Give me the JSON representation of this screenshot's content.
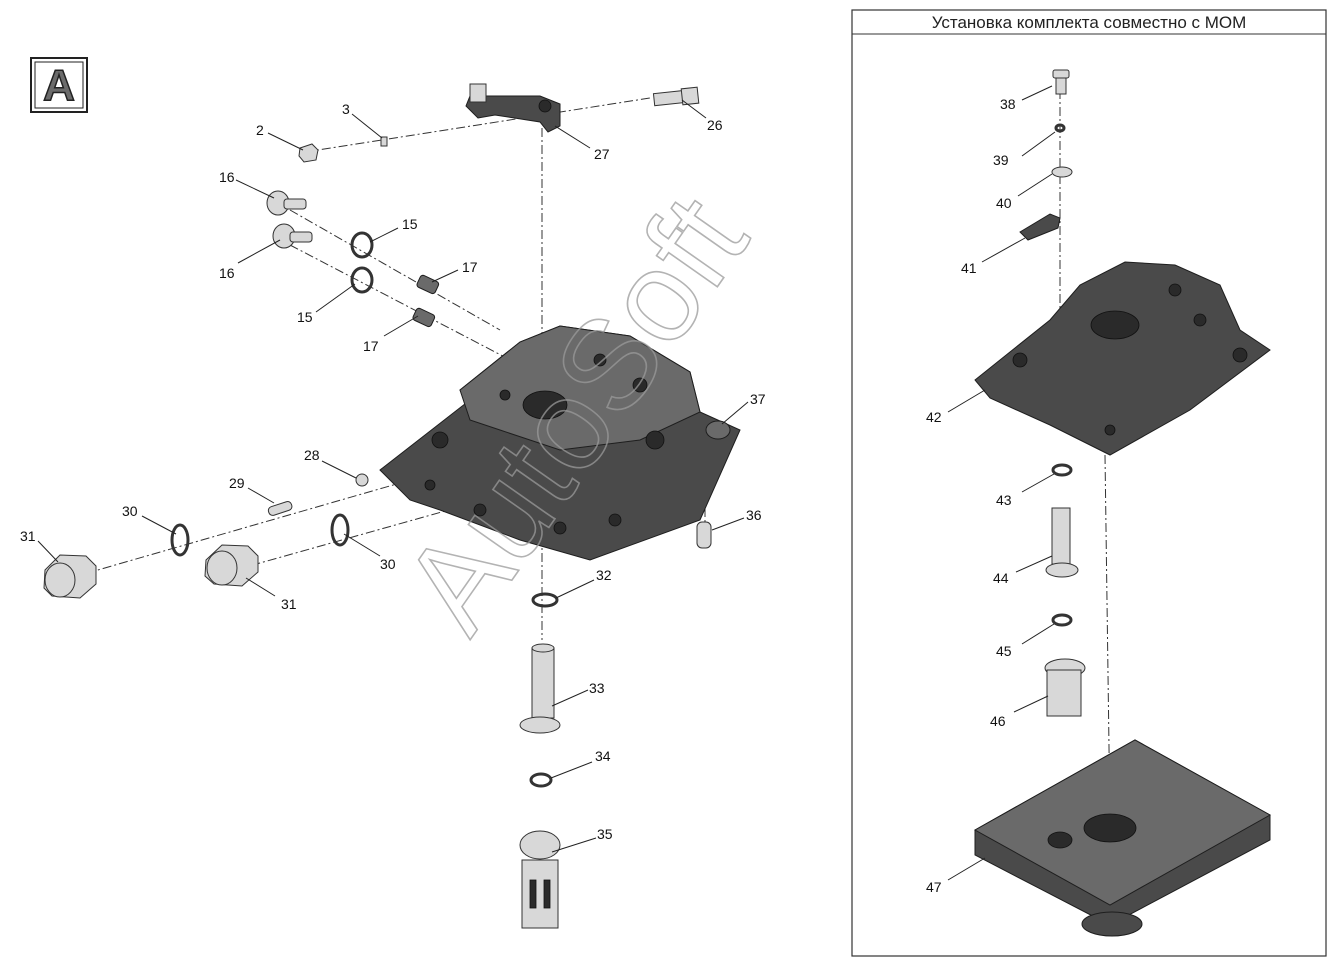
{
  "view_label": "A",
  "panel": {
    "title": "Установка комплекта совместно с МОМ"
  },
  "watermark": "AutoSoft",
  "callouts": [
    {
      "id": "c2",
      "text": "2"
    },
    {
      "id": "c3",
      "text": "3"
    },
    {
      "id": "c26",
      "text": "26"
    },
    {
      "id": "c27",
      "text": "27"
    },
    {
      "id": "c16a",
      "text": "16"
    },
    {
      "id": "c16b",
      "text": "16"
    },
    {
      "id": "c15a",
      "text": "15"
    },
    {
      "id": "c15b",
      "text": "15"
    },
    {
      "id": "c17a",
      "text": "17"
    },
    {
      "id": "c17b",
      "text": "17"
    },
    {
      "id": "c37",
      "text": "37"
    },
    {
      "id": "c28",
      "text": "28"
    },
    {
      "id": "c29",
      "text": "29"
    },
    {
      "id": "c30a",
      "text": "30"
    },
    {
      "id": "c30b",
      "text": "30"
    },
    {
      "id": "c31a",
      "text": "31"
    },
    {
      "id": "c31b",
      "text": "31"
    },
    {
      "id": "c36",
      "text": "36"
    },
    {
      "id": "c32",
      "text": "32"
    },
    {
      "id": "c33",
      "text": "33"
    },
    {
      "id": "c34",
      "text": "34"
    },
    {
      "id": "c35",
      "text": "35"
    },
    {
      "id": "c38",
      "text": "38"
    },
    {
      "id": "c39",
      "text": "39"
    },
    {
      "id": "c40",
      "text": "40"
    },
    {
      "id": "c41",
      "text": "41"
    },
    {
      "id": "c42",
      "text": "42"
    },
    {
      "id": "c43",
      "text": "43"
    },
    {
      "id": "c44",
      "text": "44"
    },
    {
      "id": "c45",
      "text": "45"
    },
    {
      "id": "c46",
      "text": "46"
    },
    {
      "id": "c47",
      "text": "47"
    }
  ]
}
